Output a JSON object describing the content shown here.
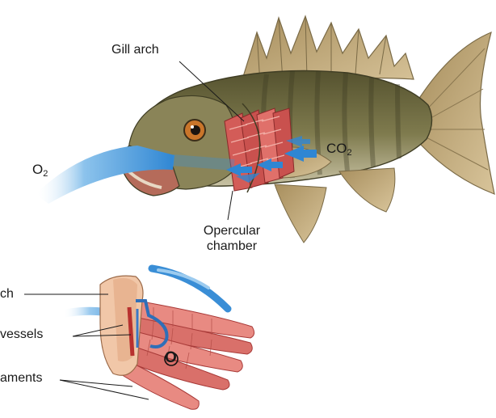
{
  "labels": {
    "gill_arch": "Gill arch",
    "o2_base": "O",
    "o2_sub": "2",
    "co2_base": "CO",
    "co2_sub": "2",
    "opercular_line1": "Opercular",
    "opercular_line2": "chamber",
    "detail_arch": "ch",
    "detail_vessels": "vessels",
    "detail_filaments": "aments",
    "detail_o_marker": "O"
  },
  "colors": {
    "fish_body": "#7d7a4e",
    "fish_dark": "#4e4b2e",
    "fish_belly": "#c7c0a0",
    "fin": "#b69d6a",
    "gill_red": "#c9514e",
    "gill_pink": "#e58a82",
    "water_blue": "#3a8ed6",
    "water_light": "#cfe6f7",
    "eye_orange": "#c9752a"
  }
}
